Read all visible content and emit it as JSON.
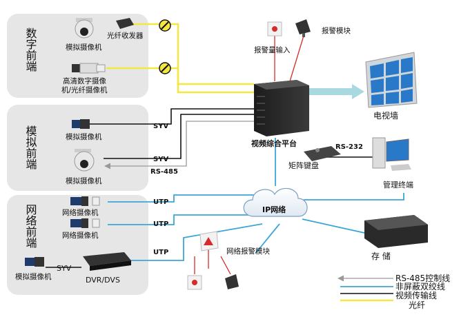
{
  "groups": {
    "digital_front": "数字前端",
    "analog_front": "模拟前端",
    "network_front": "网络前端"
  },
  "devices": {
    "analog_camera_1": "模拟摄像机",
    "fiber_transceiver": "光纤收发器",
    "hd_camera_line1": "高清数字摄像",
    "hd_camera_line2": "机/光纤摄像机",
    "analog_camera_2": "模拟摄像机",
    "analog_camera_3": "模拟摄像机",
    "network_camera_1": "网络摄像机",
    "network_camera_2": "网络摄像机",
    "analog_camera_4": "模拟摄像机",
    "dvr": "DVR/DVS",
    "alarm_input": "报警量输入",
    "alarm_module": "报警模块",
    "platform": "视频综合平台",
    "tv_wall": "电视墙",
    "matrix_keyboard": "矩阵键盘",
    "management_terminal": "管理终端",
    "ip_network": "IP网络",
    "network_alarm_module": "网络报警模块",
    "storage": "存 储"
  },
  "links": {
    "syv_1": "SYV",
    "syv_2": "SYV",
    "rs485": "RS-485",
    "rs232": "RS-232",
    "utp_1": "UTP",
    "utp_2": "UTP",
    "utp_3": "UTP",
    "syv_dvr": "SYV"
  },
  "legend": {
    "items": [
      {
        "label": "RS-485控制线",
        "color": "#999999"
      },
      {
        "label": "非屏蔽双绞线",
        "color": "#111111"
      },
      {
        "label": "视频传输线",
        "color": "#3aa6d8"
      },
      {
        "label": "光纤",
        "color": "#f5e642"
      }
    ]
  },
  "colors": {
    "fiber": "#f5e642",
    "video": "#3aa6d8",
    "twisted_pair": "#111111",
    "rs485": "#999999",
    "alarm": "#d62b2b",
    "panel": "#e6e6e6"
  },
  "icons": [
    "dome-camera-icon",
    "box-camera-icon",
    "fiber-transceiver-icon",
    "no-entry-icon",
    "alarm-button-icon",
    "siren-icon",
    "server-rack-icon",
    "tv-wall-icon",
    "keyboard-icon",
    "computer-icon",
    "cloud-icon",
    "dvr-icon",
    "storage-icon"
  ]
}
